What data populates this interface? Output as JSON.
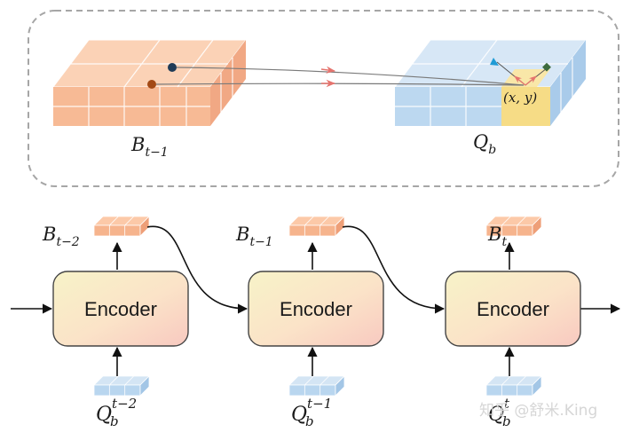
{
  "top_panel": {
    "left_block_label": {
      "main": "B",
      "sub": "t−1"
    },
    "right_block_label": {
      "main": "Q",
      "sub": "b"
    },
    "point_label": "(x, y)"
  },
  "pipeline": {
    "encoder_label": "Encoder",
    "stages": [
      {
        "output": {
          "main": "B",
          "sub": "t−2"
        },
        "input": {
          "main": "Q",
          "sub": "b",
          "sup": "t−2"
        }
      },
      {
        "output": {
          "main": "B",
          "sub": "t−1"
        },
        "input": {
          "main": "Q",
          "sub": "b",
          "sup": "t−1"
        }
      },
      {
        "output": {
          "main": "B",
          "sub": "t"
        },
        "input": {
          "main": "Q",
          "sub": "b",
          "sup": "t"
        }
      }
    ]
  },
  "watermark": "知乎 @舒米.King",
  "colors": {
    "bev_orange": "#f6b48d",
    "query_blue": "#b9d6ef",
    "highlight_yellow": "#f7de8a",
    "encoder_fill": "#fbe2c6",
    "panel_border": "#a6a6a6"
  }
}
